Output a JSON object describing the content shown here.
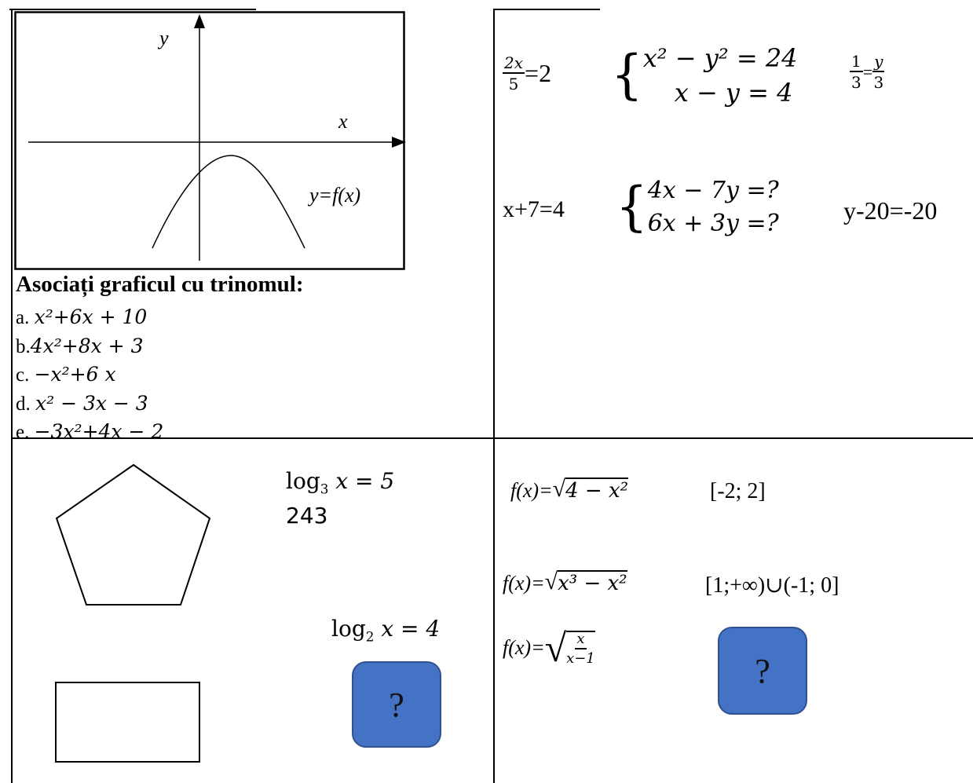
{
  "graph": {
    "y_label": "y",
    "x_label": "x",
    "curve_label": "y=f(x)"
  },
  "task": {
    "title": "Asociați graficul cu trinomul:",
    "options": [
      {
        "prefix": "a. ",
        "expr": "x²+6x + 10"
      },
      {
        "prefix": "b.",
        "expr": "4x²+8x + 3"
      },
      {
        "prefix": "c. ",
        "expr": "−x²+6 x"
      },
      {
        "prefix": "d. ",
        "expr": "x² − 3x − 3"
      },
      {
        "prefix": "e. ",
        "expr": "−3x²+4x − 2"
      }
    ]
  },
  "equations": {
    "frac1_num": "2x",
    "frac1_den": "5",
    "frac1_rhs": "=2",
    "system1_line1": "x² − y² = 24",
    "system1_line2": "x − y = 4",
    "frac2_a_num": "1",
    "frac2_a_den": "3",
    "frac2_eq": "=",
    "frac2_b_num": "y",
    "frac2_b_den": "3",
    "eq2": "x+7=4",
    "system2_line1": "4x − 7y =?",
    "system2_line2": "6x + 3y =?",
    "eq3": "y-20=-20"
  },
  "logs": {
    "log1_base": "3",
    "log1_rest": "x = 5",
    "log1_value": "243",
    "log2_base": "2",
    "log2_rest": "x = 4",
    "log_fn": "log",
    "question": "?"
  },
  "functions": {
    "f_label": "f(x)=",
    "f1_radicand": "4 − x²",
    "f1_domain": "[-2; 2]",
    "f2_radicand": "x³ − x²",
    "f2_domain": "[1;+∞)∪(-1; 0]",
    "f3_num": "x",
    "f3_den": "x−1",
    "question": "?"
  },
  "colors": {
    "question_box": "#4472c4",
    "question_border": "#2f528f"
  }
}
